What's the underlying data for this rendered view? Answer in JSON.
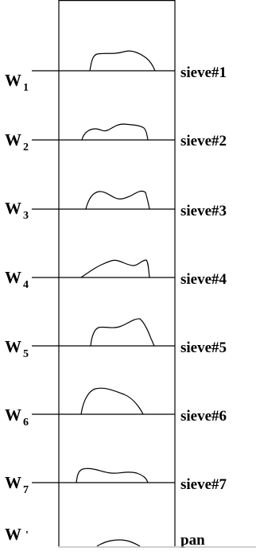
{
  "colors": {
    "line": "#000000",
    "background": "#ffffff",
    "bottom_rule": "#bfbfbf"
  },
  "stages": [
    {
      "w_main": "W",
      "w_sub": "1",
      "sieve_label": "sieve#1"
    },
    {
      "w_main": "W",
      "w_sub": "2",
      "sieve_label": "sieve#2"
    },
    {
      "w_main": "W",
      "w_sub": "3",
      "sieve_label": "sieve#3"
    },
    {
      "w_main": "W",
      "w_sub": "4",
      "sieve_label": "sieve#4"
    },
    {
      "w_main": "W",
      "w_sub": "5",
      "sieve_label": "sieve#5"
    },
    {
      "w_main": "W",
      "w_sub": "6",
      "sieve_label": "sieve#6"
    },
    {
      "w_main": "W",
      "w_sub": "7",
      "sieve_label": "sieve#7"
    },
    {
      "w_main": "W",
      "w_sub": "'",
      "sieve_label": "pan"
    }
  ]
}
